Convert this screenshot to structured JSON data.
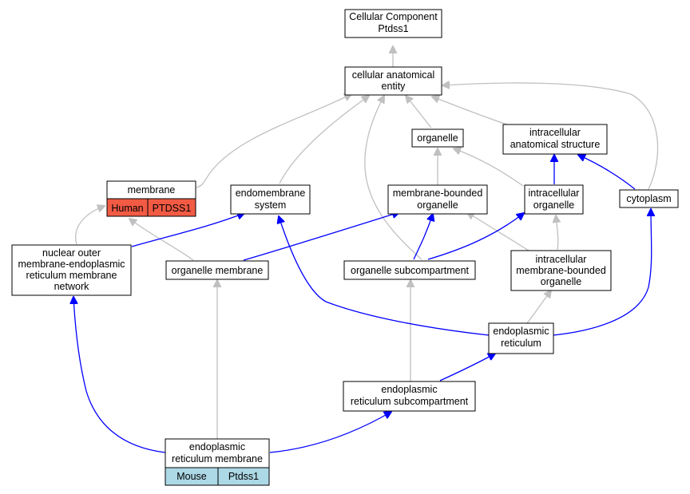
{
  "nodes": {
    "root": [
      "Cellular Component",
      "Ptdss1"
    ],
    "cae": [
      "cellular anatomical",
      "entity"
    ],
    "organelle": [
      "organelle"
    ],
    "ias": [
      "intracellular",
      "anatomical structure"
    ],
    "membrane": [
      "membrane"
    ],
    "endomembrane": [
      "endomembrane",
      "system"
    ],
    "mbo": [
      "membrane-bounded",
      "organelle"
    ],
    "io": [
      "intracellular",
      "organelle"
    ],
    "cytoplasm": [
      "cytoplasm"
    ],
    "nuclear": [
      "nuclear outer",
      "membrane-endoplasmic",
      "reticulum membrane",
      "network"
    ],
    "orgmem": [
      "organelle membrane"
    ],
    "orgsub": [
      "organelle subcompartment"
    ],
    "imbo": [
      "intracellular",
      "membrane-bounded",
      "organelle"
    ],
    "er": [
      "endoplasmic",
      "reticulum"
    ],
    "ersub": [
      "endoplasmic",
      "reticulum subcompartment"
    ],
    "ermem": [
      "endoplasmic",
      "reticulum membrane"
    ]
  },
  "annotations": {
    "human": {
      "species": "Human",
      "gene": "PTDSS1",
      "color": "#f25a44"
    },
    "mouse": {
      "species": "Mouse",
      "gene": "Ptdss1",
      "color": "#add8e6"
    }
  },
  "edge_colors": {
    "is_a": "#c0c0c0",
    "part_of": "#0000ff"
  }
}
